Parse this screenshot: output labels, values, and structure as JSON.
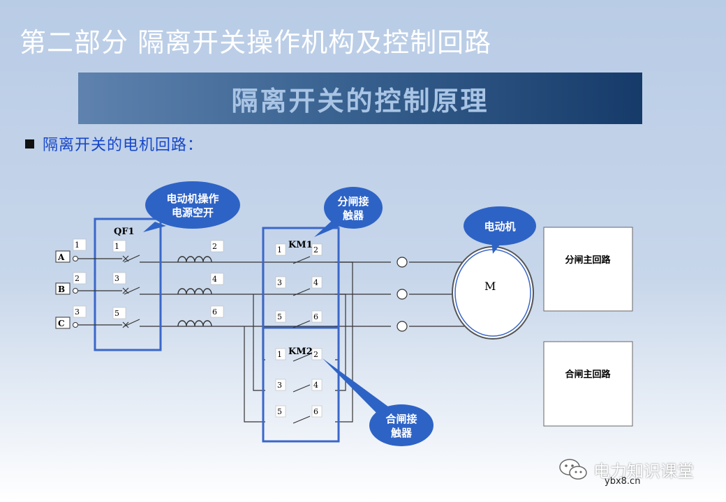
{
  "title": "第二部分 隔离开关操作机构及控制回路",
  "banner": "隔离开关的控制原理",
  "bullet": "隔离开关的电机回路：",
  "diagram": {
    "callouts": {
      "power_switch": [
        "电动机操作",
        "电源空开"
      ],
      "open_contactor": [
        "分闸接",
        "触器"
      ],
      "motor": "电动机",
      "close_contactor": [
        "合闸接",
        "触器"
      ]
    },
    "qf_label": "QF1",
    "phases": [
      "A",
      "B",
      "C"
    ],
    "left_terminal_numbers": [
      "1",
      "2",
      "3"
    ],
    "breaker_in_numbers": [
      "1",
      "3",
      "5"
    ],
    "breaker_out_numbers": [
      "2",
      "4",
      "6"
    ],
    "km1_label": "KM1",
    "km2_label": "KM2",
    "contact_in": [
      "1",
      "3",
      "5"
    ],
    "contact_out": [
      "2",
      "4",
      "6"
    ],
    "motor_label": "M",
    "open_main_circuit": "分闸主回路",
    "close_main_circuit": "合闸主回路"
  },
  "watermark": {
    "name": "电力知识课堂",
    "site": "ybx8.cn"
  }
}
